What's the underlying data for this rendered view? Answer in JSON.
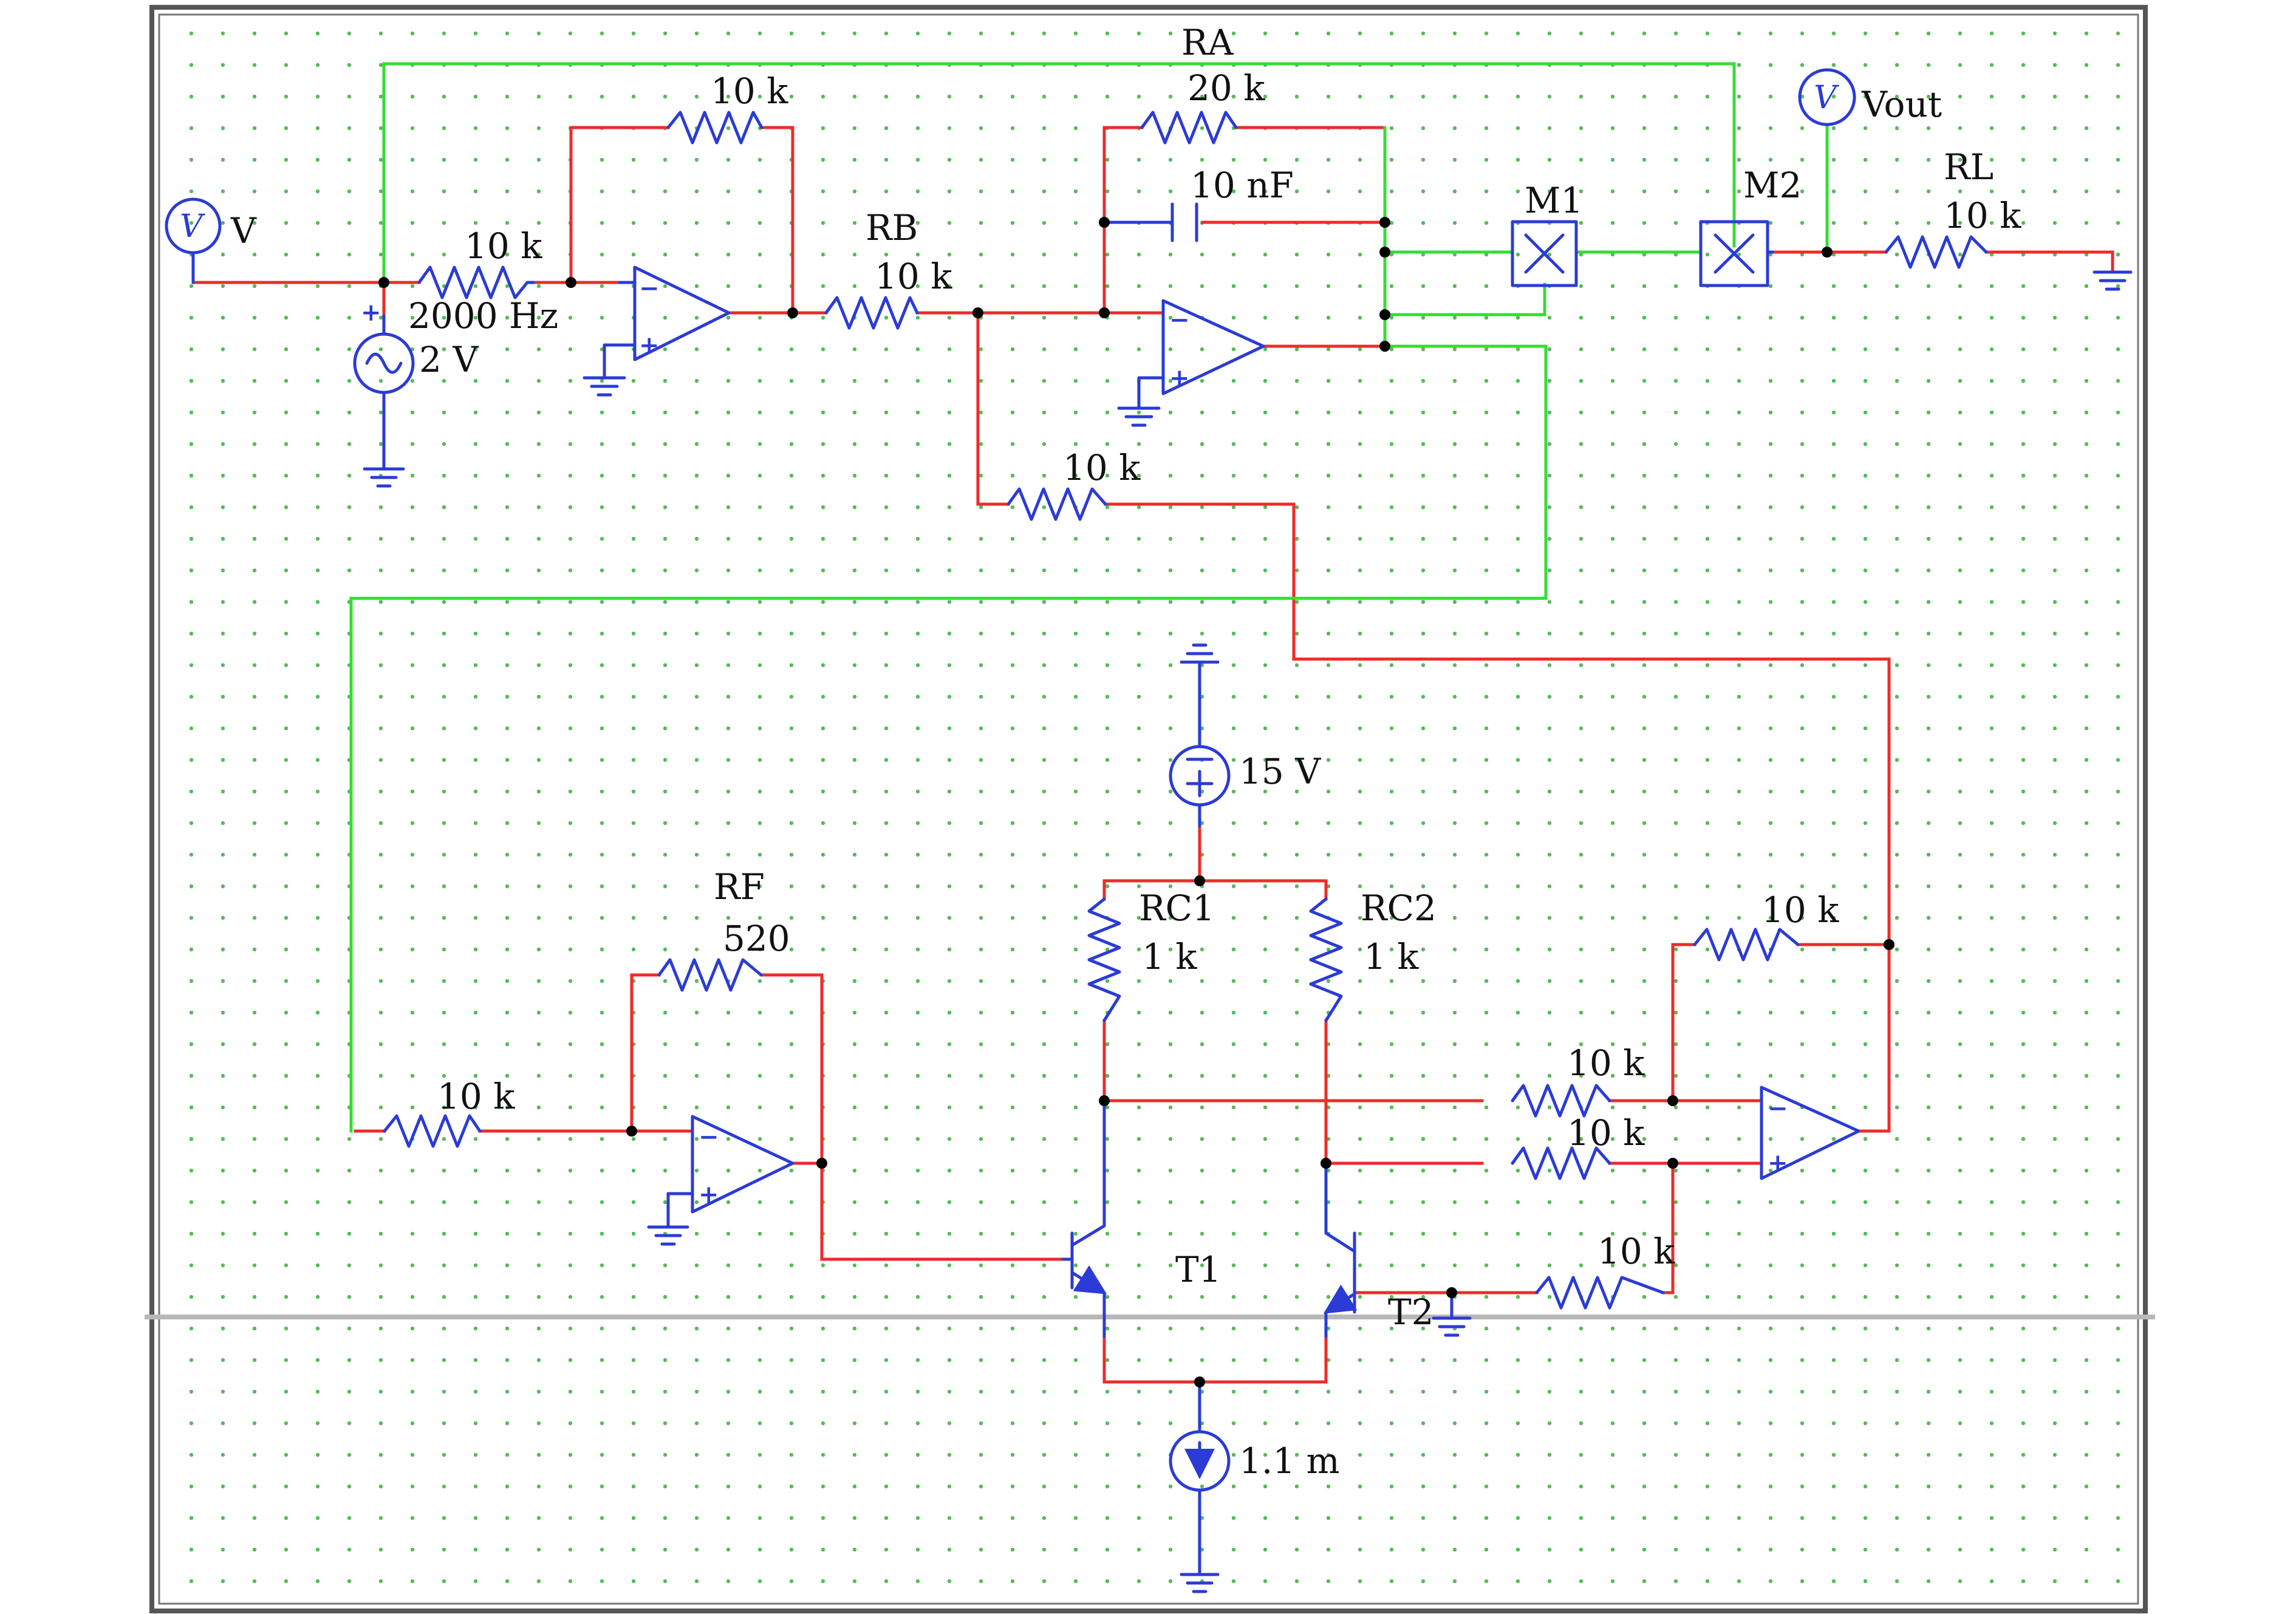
{
  "labels": {
    "source_v": "V",
    "r_in1": "10 k",
    "r_fb1": "10 k",
    "ac_freq": "2000 Hz",
    "ac_amp": "2 V",
    "rb_name": "RB",
    "rb_value": "10 k",
    "ra_name": "RA",
    "ra_value": "20 k",
    "cap_value": "10 nF",
    "r_mid": "10 k",
    "m1": "M1",
    "m2": "M2",
    "vout": "Vout",
    "rl_name": "RL",
    "rl_value": "10 k",
    "dc_value": "15 V",
    "rc1_name": "RC1",
    "rc1_value": "1 k",
    "rc2_name": "RC2",
    "rc2_value": "1 k",
    "rf_name": "RF",
    "rf_value": "520",
    "r_left_low": "10 k",
    "r_diff_fb": "10 k",
    "r_diff_in1": "10 k",
    "r_diff_in2": "10 k",
    "r_t2": "10 k",
    "t1": "T1",
    "t2": "T2",
    "isrc_value": "1.1 m",
    "meter_letter": "V"
  },
  "colors": {
    "wire_red": "#ee2b2b",
    "wire_green": "#33dd33",
    "component_blue": "#2b3bd6",
    "grid_dot": "#55bb55"
  }
}
